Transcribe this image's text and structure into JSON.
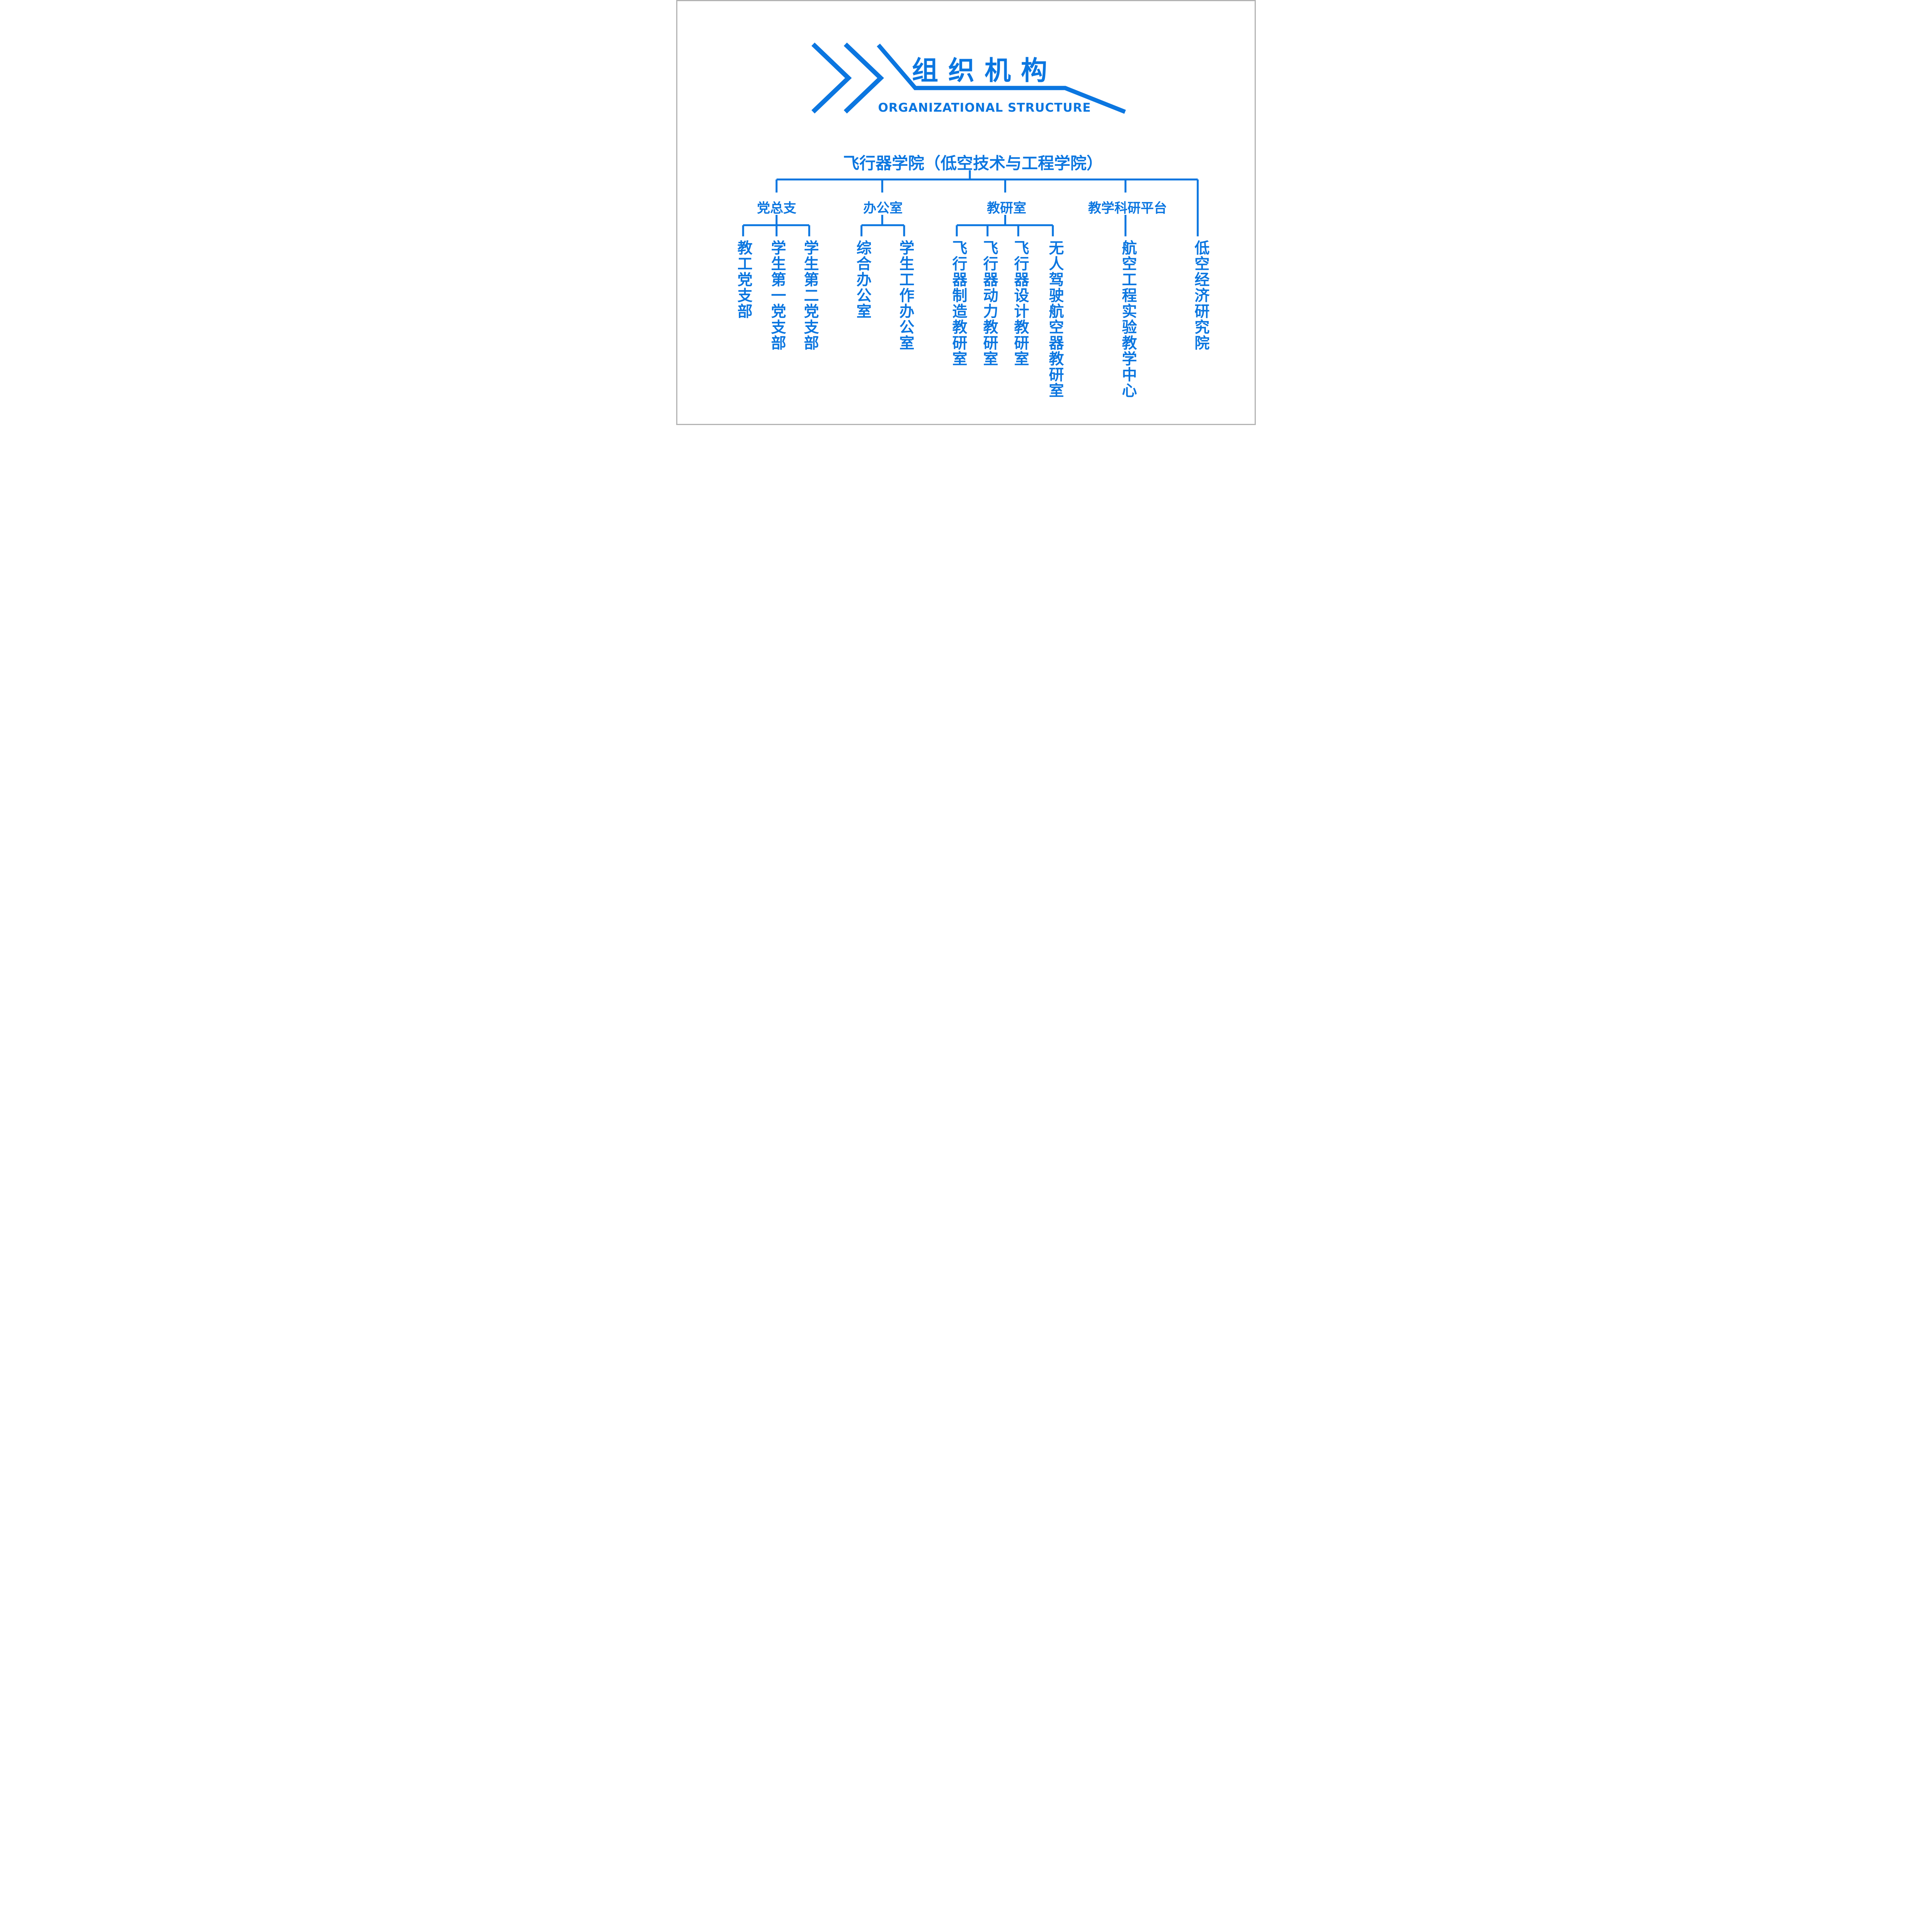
{
  "header": {
    "title": "组织机构",
    "subtitle": "ORGANIZATIONAL STRUCTURE"
  },
  "root_label": "飞行器学院（低空技术与工程学院）",
  "branches": [
    {
      "label": "党总支",
      "children": [
        "教工党支部",
        "学生第一党支部",
        "学生第二党支部"
      ]
    },
    {
      "label": "办公室",
      "children": [
        "综合办公室",
        "学生工作办公室"
      ]
    },
    {
      "label": "教研室",
      "children": [
        "飞行器制造教研室",
        "飞行器动力教研室",
        "飞行器设计教研室",
        "无人驾驶航空器教研室"
      ]
    },
    {
      "label": "教学科研平台",
      "children": [
        "航空工程实验教学中心"
      ]
    }
  ],
  "direct_children": [
    "低空经济研究院"
  ],
  "icons": {
    "chevrons": "double-chevron-right-icon"
  },
  "colors": {
    "accent": "#0b76e0",
    "border": "#b3b3b3",
    "background": "#ffffff"
  }
}
